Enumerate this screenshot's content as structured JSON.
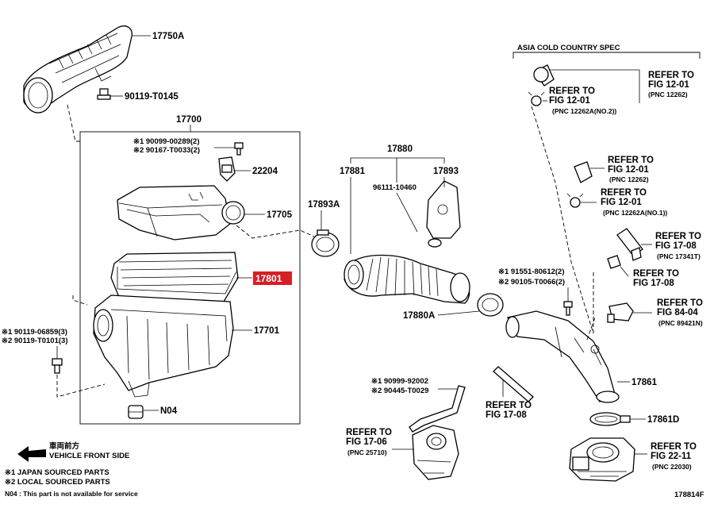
{
  "labels": {
    "p17750a": "17750A",
    "p90119_t0145": "90119-T0145",
    "p17700": "17700",
    "s1_90099_00289": "※1 90099-00289(2)",
    "s2_90167_t0033": "※2 90167-T0033(2)",
    "p22204": "22204",
    "p17705": "17705",
    "p17801": "17801",
    "p17701": "17701",
    "s1_90119_06859": "※1 90119-06859(3)",
    "s2_90119_t0101": "※2 90119-T0101(3)",
    "pN04": "N04",
    "p17880": "17880",
    "p17881": "17881",
    "p96111_10460": "96111-10460",
    "p17893": "17893",
    "p17893a": "17893A",
    "p17880a": "17880A",
    "asia_spec": "ASIA COLD COUNTRY SPEC",
    "refer_to": "REFER TO",
    "fig_12_01": "FIG 12-01",
    "pnc_12262": "(PNC 12262)",
    "pnc_12262a_no2": "(PNC 12262A(NO.2))",
    "pnc_12262a_no1": "(PNC 12262A(NO.1))",
    "fig_17_08": "FIG 17-08",
    "pnc_17341t": "(PNC 17341T)",
    "s1_91551_80612": "※1 91551-80612(2)",
    "s2_90105_t0066": "※2 90105-T0066(2)",
    "fig_84_04": "FIG 84-04",
    "pnc_89421n": "(PNC 89421N)",
    "p17861": "17861",
    "p17861d": "17861D",
    "s1_90999_92002": "※1 90999-92002",
    "s2_90445_t0029": "※2 90445-T0029",
    "fig_17_06": "FIG 17-06",
    "pnc_25710": "(PNC 25710)",
    "fig_22_11": "FIG 22-11",
    "pnc_22030": "(PNC 22030)",
    "diagram_code": "178814F"
  },
  "legend": {
    "front_jp": "車両前方",
    "front_en": "VEHICLE FRONT SIDE",
    "note1": "※1  JAPAN SOURCED PARTS",
    "note2": "※2  LOCAL SOURCED PARTS",
    "note_n04": "N04 : This part is not available for service"
  },
  "highlight_color": "#d61f26"
}
